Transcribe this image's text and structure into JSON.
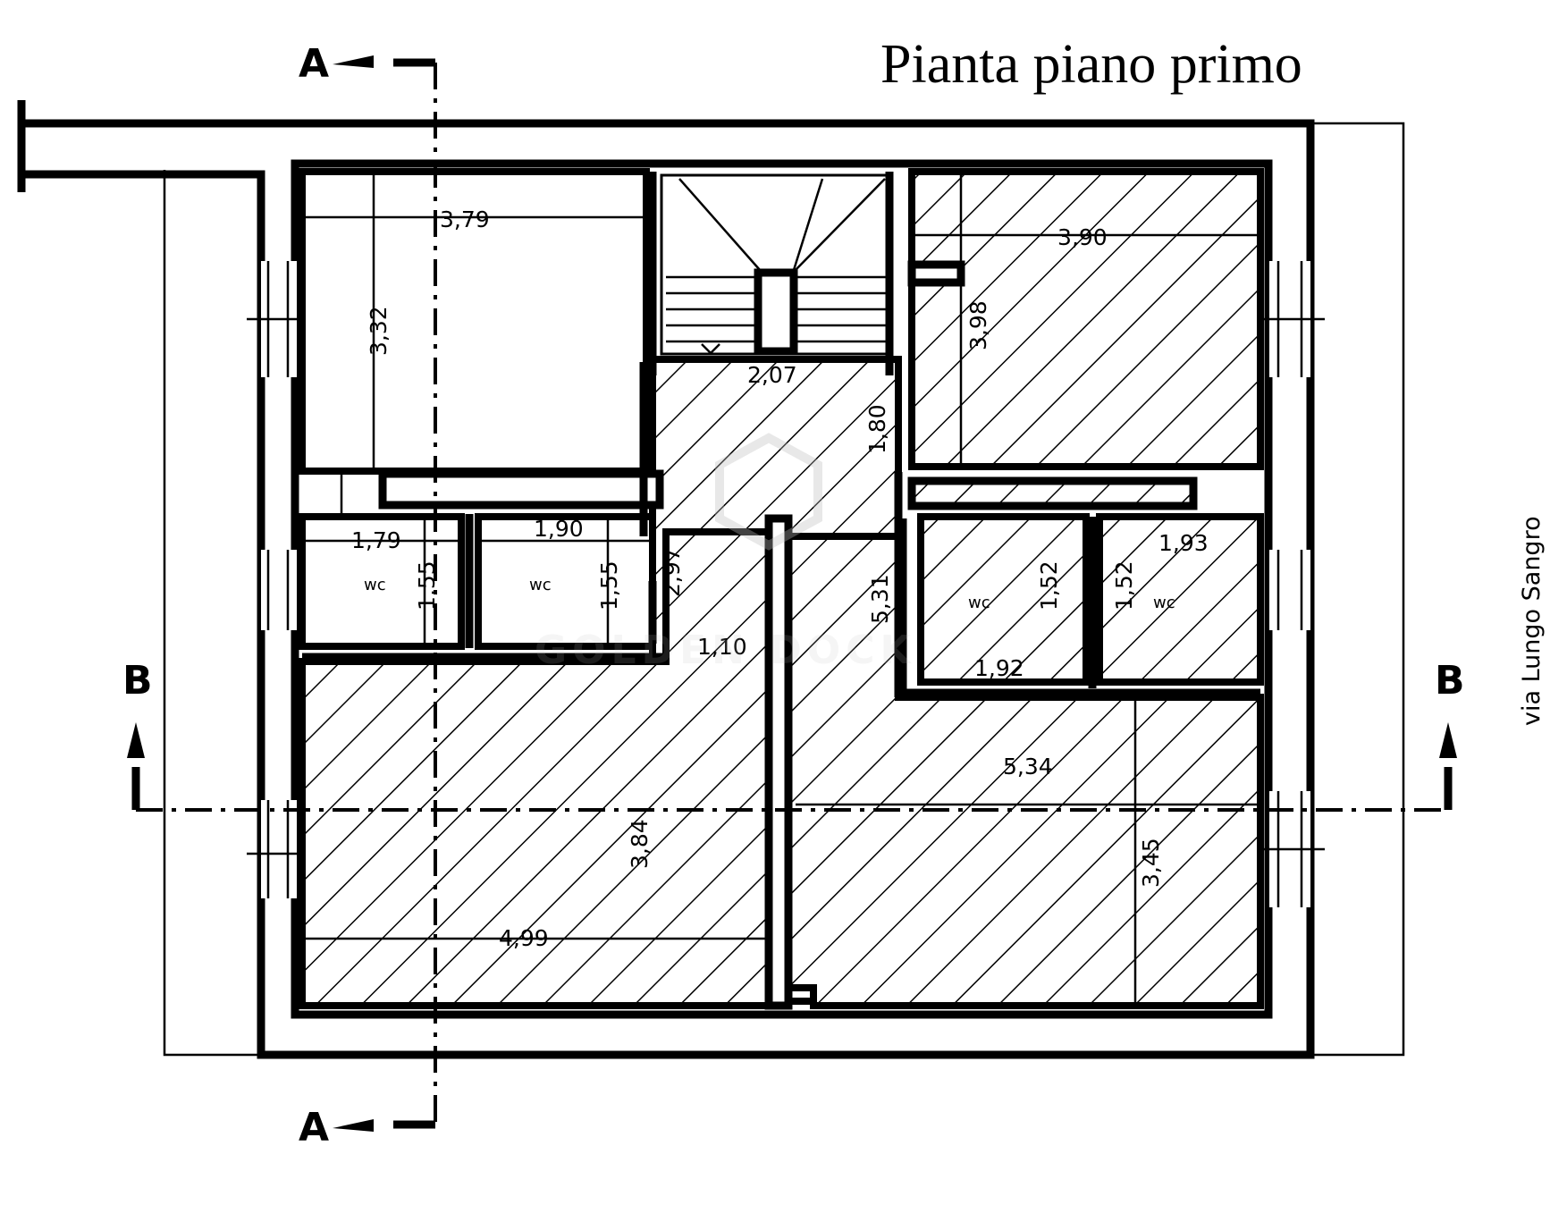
{
  "title": "Pianta piano primo",
  "street_label": "via Lungo Sangro",
  "section_marks": {
    "a_top": "A",
    "a_bottom": "A",
    "b_left": "B",
    "b_right": "B"
  },
  "watermark": "GOLDEN DOCK",
  "rooms": {
    "bath1": "wc",
    "bath2": "wc",
    "bath3": "wc",
    "bath4": "wc"
  },
  "dimensions": {
    "d379": "3,79",
    "d332": "3,32",
    "d390": "3,90",
    "d398": "3,98",
    "d207": "2,07",
    "d180": "1,80",
    "d179": "1,79",
    "d190": "1,90",
    "d155a": "1,55",
    "d155b": "1,55",
    "d297": "2,97",
    "d110": "1,10",
    "d531": "5,31",
    "d193": "1,93",
    "d192": "1,92",
    "d152a": "1,52",
    "d152b": "1,52",
    "d534": "5,34",
    "d384": "3,84",
    "d499": "4,99",
    "d345": "3,45"
  },
  "colors": {
    "ink": "#000000",
    "paper": "#ffffff",
    "watermark": "#bdbdbd"
  }
}
